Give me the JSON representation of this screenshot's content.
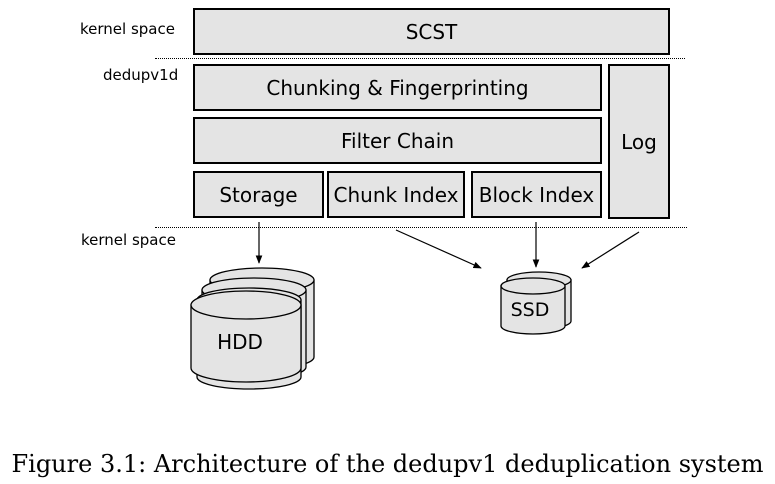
{
  "layers": {
    "kernel_top": "kernel space",
    "daemon": "dedupv1d",
    "kernel_bottom": "kernel space"
  },
  "components": {
    "scst": "SCST",
    "chunking": "Chunking & Fingerprinting",
    "filter_chain": "Filter Chain",
    "storage": "Storage",
    "chunk_index": "Chunk Index",
    "block_index": "Block Index",
    "log": "Log"
  },
  "devices": {
    "hdd": "HDD",
    "ssd": "SSD"
  },
  "caption": "Figure 3.1: Architecture of the dedupv1 deduplication system"
}
